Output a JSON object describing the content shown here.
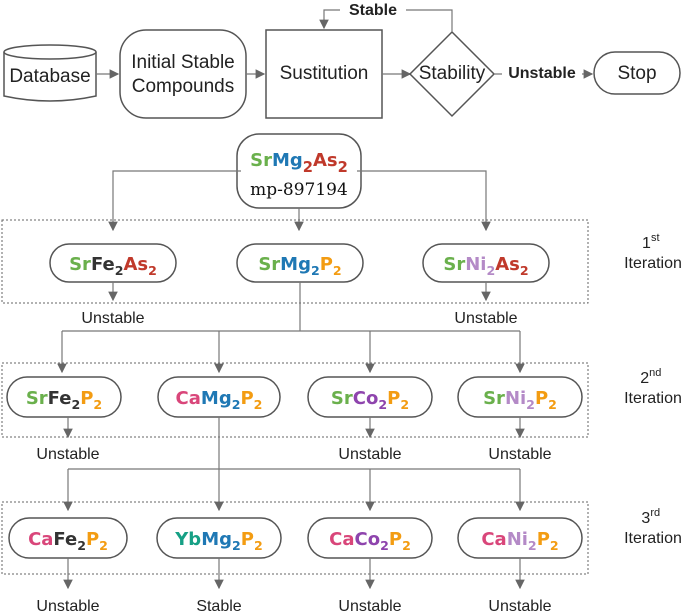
{
  "flowchart": {
    "database": "Database",
    "initial_line1": "Initial Stable",
    "initial_line2": "Compounds",
    "substitution": "Sustitution",
    "stability": "Stability",
    "stable": "Stable",
    "unstable": "Unstable",
    "stop": "Stop"
  },
  "colors": {
    "Sr": "#6ab04c",
    "Mg": "#1f78b4",
    "As": "#c0392b",
    "Fe": "#333333",
    "P": "#f39c12",
    "Ni": "#b48ac7",
    "Ca": "#d9467a",
    "Co": "#8e44ad",
    "Yb": "#16a085",
    "sub": "#f39c12"
  },
  "root": {
    "formula": [
      [
        "Sr",
        "Sr"
      ],
      [
        "Mg",
        "Mg"
      ],
      [
        "2",
        "As"
      ],
      [
        "As",
        "As"
      ],
      [
        "2",
        "As"
      ]
    ],
    "mp_id": "mp-897194"
  },
  "iterations": [
    {
      "num": "1",
      "sup": "st",
      "word": "Iteration"
    },
    {
      "num": "2",
      "sup": "nd",
      "word": "Iteration"
    },
    {
      "num": "3",
      "sup": "rd",
      "word": "Iteration"
    }
  ],
  "compounds": {
    "r1c1": [
      [
        "Sr",
        "Sr"
      ],
      [
        "Fe",
        "Fe"
      ],
      [
        "2",
        "Fe"
      ],
      [
        "As",
        "As"
      ],
      [
        "2",
        "As"
      ]
    ],
    "r1c2": [
      [
        "Sr",
        "Sr"
      ],
      [
        "Mg",
        "Mg"
      ],
      [
        "2",
        "Mg"
      ],
      [
        "P",
        "P"
      ],
      [
        "2",
        "P"
      ]
    ],
    "r1c3": [
      [
        "Sr",
        "Sr"
      ],
      [
        "Ni",
        "Ni"
      ],
      [
        "2",
        "Ni"
      ],
      [
        "As",
        "As"
      ],
      [
        "2",
        "As"
      ]
    ],
    "r2c1": [
      [
        "Sr",
        "Sr"
      ],
      [
        "Fe",
        "Fe"
      ],
      [
        "2",
        "Fe"
      ],
      [
        "P",
        "P"
      ],
      [
        "2",
        "P"
      ]
    ],
    "r2c2": [
      [
        "Ca",
        "Ca"
      ],
      [
        "Mg",
        "Mg"
      ],
      [
        "2",
        "Mg"
      ],
      [
        "P",
        "P"
      ],
      [
        "2",
        "P"
      ]
    ],
    "r2c3": [
      [
        "Sr",
        "Sr"
      ],
      [
        "Co",
        "Co"
      ],
      [
        "2",
        "Co"
      ],
      [
        "P",
        "P"
      ],
      [
        "2",
        "P"
      ]
    ],
    "r2c4": [
      [
        "Sr",
        "Sr"
      ],
      [
        "Ni",
        "Ni"
      ],
      [
        "2",
        "Ni"
      ],
      [
        "P",
        "P"
      ],
      [
        "2",
        "P"
      ]
    ],
    "r3c1": [
      [
        "Ca",
        "Ca"
      ],
      [
        "Fe",
        "Fe"
      ],
      [
        "2",
        "Fe"
      ],
      [
        "P",
        "P"
      ],
      [
        "2",
        "P"
      ]
    ],
    "r3c2": [
      [
        "Yb",
        "Yb"
      ],
      [
        "Mg",
        "Mg"
      ],
      [
        "2",
        "Mg"
      ],
      [
        "P",
        "P"
      ],
      [
        "2",
        "P"
      ]
    ],
    "r3c3": [
      [
        "Ca",
        "Ca"
      ],
      [
        "Co",
        "Co"
      ],
      [
        "2",
        "Co"
      ],
      [
        "P",
        "P"
      ],
      [
        "2",
        "P"
      ]
    ],
    "r3c4": [
      [
        "Ca",
        "Ca"
      ],
      [
        "Ni",
        "Ni"
      ],
      [
        "2",
        "Ni"
      ],
      [
        "P",
        "P"
      ],
      [
        "2",
        "P"
      ]
    ]
  },
  "results": {
    "r1c1": "Unstable",
    "r1c3": "Unstable",
    "r2c1": "Unstable",
    "r2c3": "Unstable",
    "r2c4": "Unstable",
    "r3c1": "Unstable",
    "r3c2": "Stable",
    "r3c3": "Unstable",
    "r3c4": "Unstable"
  }
}
